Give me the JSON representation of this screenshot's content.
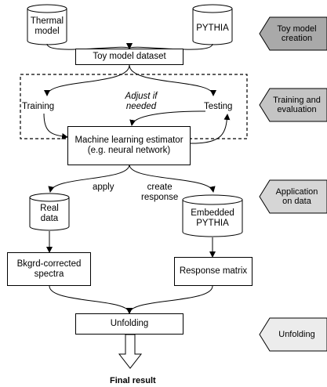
{
  "sources": {
    "thermal": "Thermal\nmodel",
    "pythia": "PYTHIA"
  },
  "toy_dataset": "Toy model dataset",
  "training": "Training",
  "testing": "Testing",
  "adjust": "Adjust if\nneeded",
  "ml_estimator": "Machine learning estimator\n(e.g. neural network)",
  "apply": "apply",
  "create_response": "create\nresponse",
  "real_data": "Real\ndata",
  "embedded_pythia": "Embedded\nPYTHIA",
  "bkgrd_spectra": "Bkgrd-corrected\nspectra",
  "response_matrix": "Response matrix",
  "unfolding": "Unfolding",
  "final_result": "Final result",
  "phases": [
    {
      "label": "Toy model\ncreation",
      "color": "#a9a9a9"
    },
    {
      "label": "Training and\nevaluation",
      "color": "#c4c4c4"
    },
    {
      "label": "Application\non data",
      "color": "#d6d6d6"
    },
    {
      "label": "Unfolding",
      "color": "#ececec"
    }
  ]
}
